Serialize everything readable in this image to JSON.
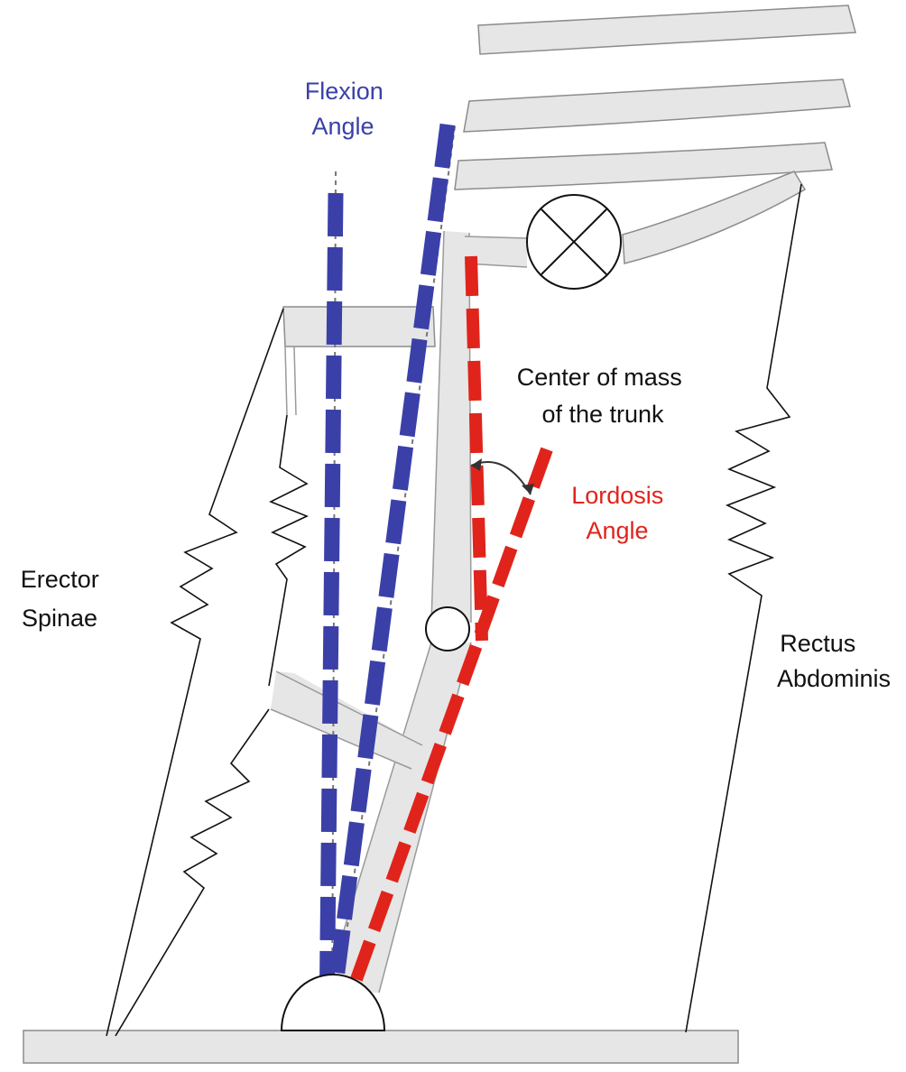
{
  "labels": {
    "flexion_angle": [
      "Flexion",
      "Angle"
    ],
    "center_of_mass": [
      "Center of mass",
      "of the trunk"
    ],
    "lordosis_angle": [
      "Lordosis",
      "Angle"
    ],
    "erector_spinae": [
      "Erector",
      "Spinae"
    ],
    "rectus_abdominis": [
      "Rectus",
      "Abdominis"
    ]
  },
  "colors": {
    "flexion": "#3b40a8",
    "lordosis": "#e0241b",
    "bone": "#e6e6e6",
    "muscle": "#111111"
  },
  "icons": {
    "center_of_mass_marker": "circle-with-x-icon",
    "hip_joint": "semicircle-joint-icon",
    "lumbar_joint": "circle-joint-icon",
    "angle_arc": "double-headed-arc-arrow-icon"
  }
}
